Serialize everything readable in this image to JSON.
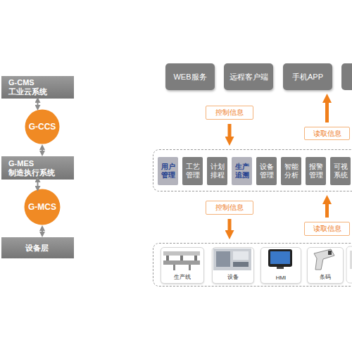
{
  "diagram": {
    "nodes": [
      {
        "text": [
          "G-CMS",
          "工业云系统"
        ]
      },
      {
        "text": [
          "G-CCS"
        ]
      },
      {
        "text": [
          "G-MES",
          "制造执行系统"
        ]
      },
      {
        "text": [
          "G-MCS"
        ]
      },
      {
        "text": [
          "设备层"
        ]
      },
      {
        "text": [
          "WEB服务"
        ]
      },
      {
        "text": [
          "远程客户端"
        ]
      },
      {
        "text": [
          "手机APP"
        ]
      },
      {
        "text": [
          "控制信息"
        ]
      },
      {
        "text": [
          "读取信息"
        ]
      },
      {
        "text": []
      },
      {
        "text": [
          "用户管理"
        ],
        "in": 10
      },
      {
        "text": [
          "工艺管理"
        ],
        "in": 10
      },
      {
        "text": [
          "计划排程"
        ],
        "in": 10
      },
      {
        "text": [
          "生产追溯"
        ],
        "in": 10
      },
      {
        "text": [
          "设备管理"
        ],
        "in": 10
      },
      {
        "text": [
          "智能分析"
        ],
        "in": 10
      },
      {
        "text": [
          "报警管理"
        ],
        "in": 10
      },
      {
        "text": [
          "可视系统"
        ],
        "in": 10
      },
      {
        "text": [
          "控制信息"
        ]
      },
      {
        "text": [
          "读取信息"
        ]
      },
      {
        "text": []
      },
      {
        "text": [
          "生产线"
        ],
        "in": 21
      },
      {
        "text": [
          "设备"
        ],
        "in": 21
      },
      {
        "text": [
          "HMI"
        ],
        "in": 21
      },
      {
        "text": [
          "条码"
        ],
        "in": 21
      }
    ],
    "edges": [
      {
        "from": 0,
        "to": 1,
        "arrow": "both"
      },
      {
        "from": 1,
        "to": 2,
        "arrow": "both"
      },
      {
        "from": 2,
        "to": 3,
        "arrow": "both"
      },
      {
        "from": 3,
        "to": 4,
        "arrow": "both"
      },
      {
        "from": 8,
        "to": 10,
        "arrow": "to"
      },
      {
        "from": 9,
        "to": 7,
        "arrow": "to"
      },
      {
        "from": 19,
        "to": 21,
        "arrow": "to"
      },
      {
        "from": 20,
        "to": 10,
        "arrow": "to"
      }
    ]
  }
}
